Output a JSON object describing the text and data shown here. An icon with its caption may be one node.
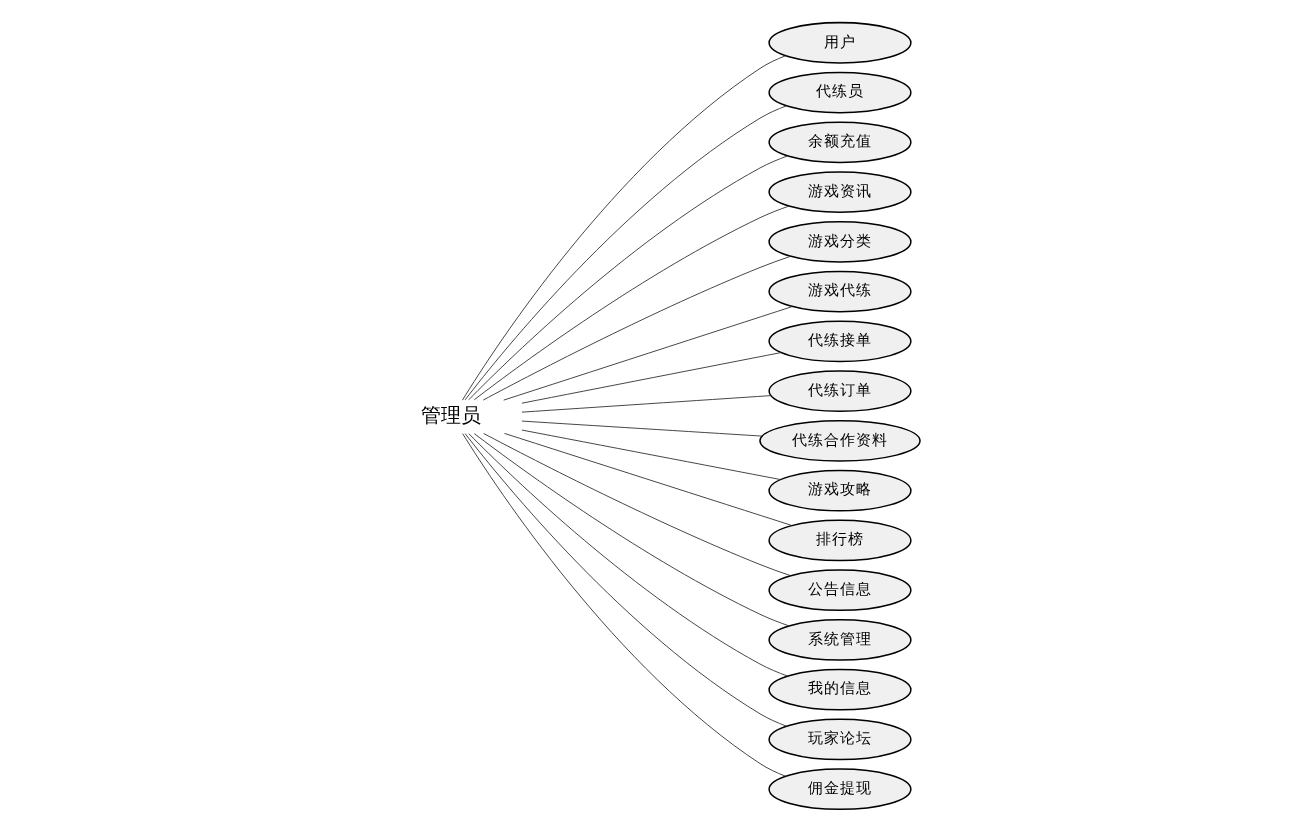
{
  "diagram": {
    "nodes": [
      {
        "text": [
          "管理员"
        ]
      },
      {
        "text": [
          "用户"
        ]
      },
      {
        "text": [
          "代练员"
        ]
      },
      {
        "text": [
          "余额充值"
        ]
      },
      {
        "text": [
          "游戏资讯"
        ]
      },
      {
        "text": [
          "游戏分类"
        ]
      },
      {
        "text": [
          "游戏代练"
        ]
      },
      {
        "text": [
          "代练接单"
        ]
      },
      {
        "text": [
          "代练订单"
        ]
      },
      {
        "text": [
          "代练合作资料"
        ]
      },
      {
        "text": [
          "游戏攻略"
        ]
      },
      {
        "text": [
          "排行榜"
        ]
      },
      {
        "text": [
          "公告信息"
        ]
      },
      {
        "text": [
          "系统管理"
        ]
      },
      {
        "text": [
          "我的信息"
        ]
      },
      {
        "text": [
          "玩家论坛"
        ]
      },
      {
        "text": [
          "佣金提现"
        ]
      }
    ],
    "edges": [
      {
        "from": 0,
        "to": 1,
        "arrow": "none"
      },
      {
        "from": 0,
        "to": 2,
        "arrow": "none"
      },
      {
        "from": 0,
        "to": 3,
        "arrow": "none"
      },
      {
        "from": 0,
        "to": 4,
        "arrow": "none"
      },
      {
        "from": 0,
        "to": 5,
        "arrow": "none"
      },
      {
        "from": 0,
        "to": 6,
        "arrow": "none"
      },
      {
        "from": 0,
        "to": 7,
        "arrow": "none"
      },
      {
        "from": 0,
        "to": 8,
        "arrow": "none"
      },
      {
        "from": 0,
        "to": 9,
        "arrow": "none"
      },
      {
        "from": 0,
        "to": 10,
        "arrow": "none"
      },
      {
        "from": 0,
        "to": 11,
        "arrow": "none"
      },
      {
        "from": 0,
        "to": 12,
        "arrow": "none"
      },
      {
        "from": 0,
        "to": 13,
        "arrow": "none"
      },
      {
        "from": 0,
        "to": 14,
        "arrow": "none"
      },
      {
        "from": 0,
        "to": 15,
        "arrow": "none"
      },
      {
        "from": 0,
        "to": 16,
        "arrow": "none"
      }
    ]
  }
}
